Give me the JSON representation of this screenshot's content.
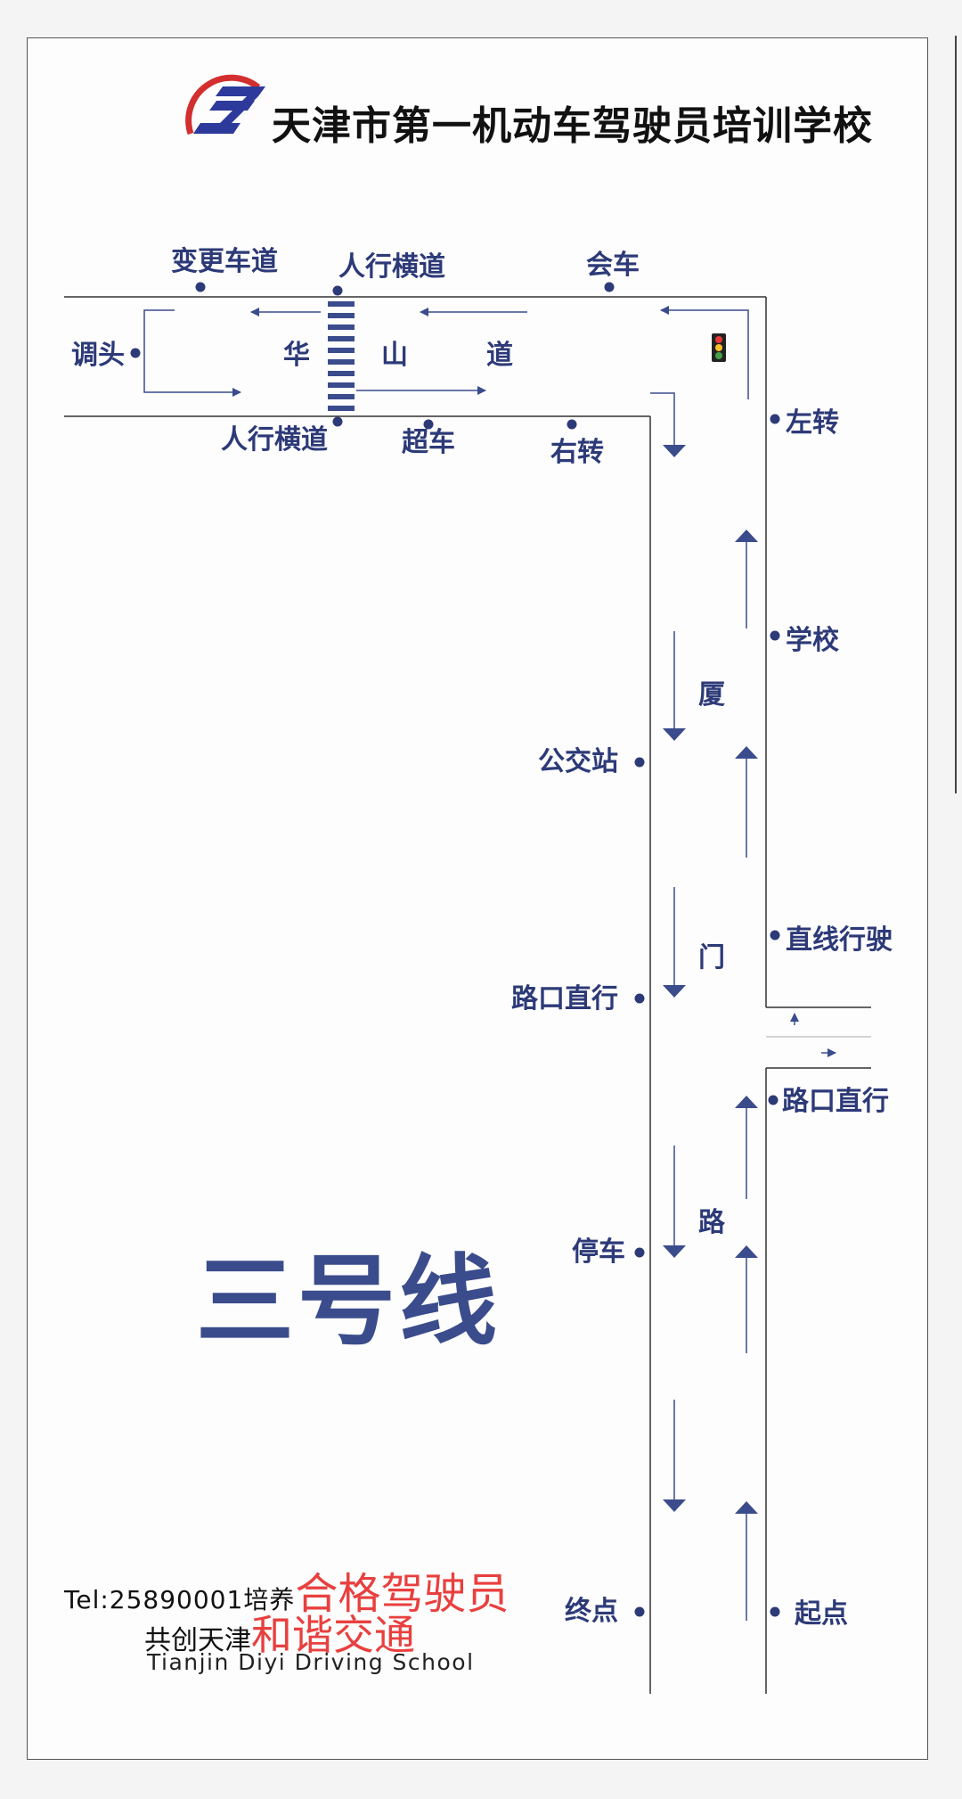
{
  "school_name": "天津市第一机动车驾驶员培训学校",
  "route_name": "三号线",
  "road_names": {
    "huashan": [
      "华",
      "山",
      "道"
    ],
    "xiamen": [
      "厦",
      "门",
      "路"
    ]
  },
  "points": {
    "change_lane": "变更车道",
    "crosswalk_top": "人行横道",
    "meet_car": "会车",
    "u_turn": "调头",
    "crosswalk_bottom": "人行横道",
    "overtake": "超车",
    "right_turn": "右转",
    "left_turn": "左转",
    "school": "学校",
    "bus_stop": "公交站",
    "straight_driving": "直线行驶",
    "intersection_straight_left": "路口直行",
    "intersection_straight_right": "路口直行",
    "parking": "停车",
    "end": "终点",
    "start": "起点"
  },
  "footer": {
    "tel": "Tel:25890001",
    "cultivate": "培养",
    "slogan1": "合格驾驶员",
    "together": "共创天津",
    "slogan2": "和谐交通",
    "english": "Tianjin Diyi Driving School"
  },
  "colors": {
    "label": "#2d3a78",
    "accent": "#e8403f",
    "road_line": "#333333",
    "arrow": "#3b4c8c"
  }
}
